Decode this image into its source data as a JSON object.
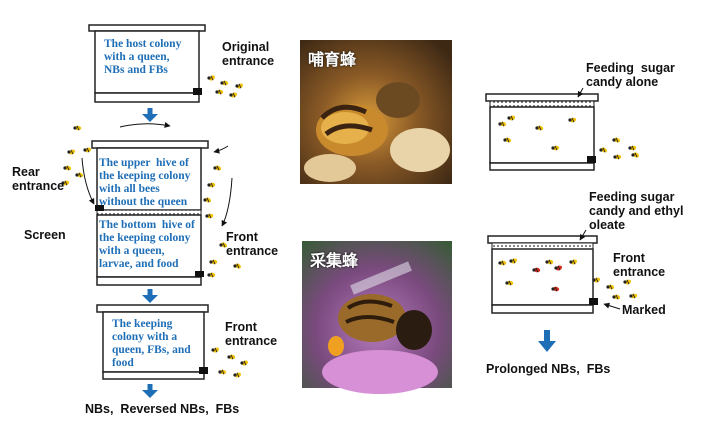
{
  "colors": {
    "hive_text": "#1f6fb7",
    "arrow_blue": "#1f6fb7",
    "bee_yellow": "#f2c200",
    "marked_red": "#d62a1a"
  },
  "left": {
    "hive1_text": "The host colony\nwith a queen,\nNBs and FBs",
    "original_entrance": "Original\nentrance",
    "upper_hive_text": "The upper  hive of\nthe keeping colony\nwith all bees\nwithout the queen",
    "bottom_hive_text": "The bottom  hive of\nthe keeping colony\nwith a queen,\nlarvae, and food",
    "rear_entrance": "Rear\nentrance",
    "screen": "Screen",
    "front_entrance_1": "Front\nentrance",
    "hive3_text": "The keeping\ncolony with a\nqueen, FBs, and\nfood",
    "front_entrance_2": "Front\nentrance",
    "result": "NBs,  Reversed NBs,  FBs"
  },
  "middle": {
    "photo_top_label": "哺育蜂",
    "photo_bottom_label": "采集蜂"
  },
  "right": {
    "feeding_alone": "Feeding  sugar\ncandy alone",
    "feeding_ethyl": "Feeding sugar\ncandy and ethyl\noleate",
    "front_entrance": "Front\nentrance",
    "marked": "Marked",
    "result": "Prolonged NBs,  FBs"
  }
}
